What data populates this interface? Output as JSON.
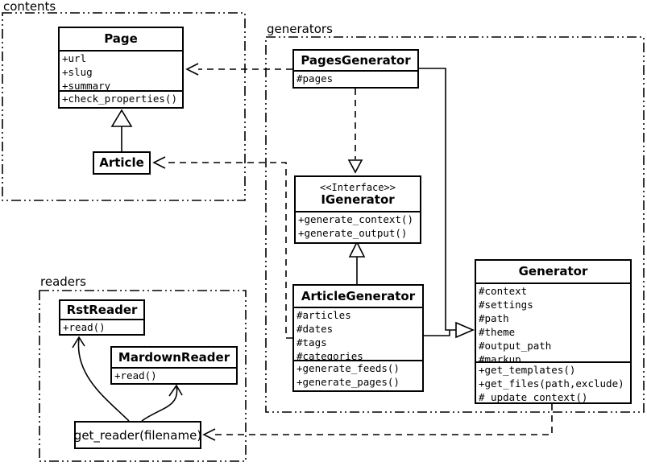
{
  "packages": {
    "contents": {
      "label": "contents"
    },
    "generators": {
      "label": "generators"
    },
    "readers": {
      "label": "readers"
    }
  },
  "classes": {
    "page": {
      "name": "Page",
      "attributes": [
        "+url",
        "+slug",
        "+summary"
      ],
      "methods": [
        "+check_properties()"
      ]
    },
    "article": {
      "name": "Article"
    },
    "pages_generator": {
      "name": "PagesGenerator",
      "attributes": [
        "#pages"
      ]
    },
    "igenerator": {
      "stereotype": "<<Interface>>",
      "name": "IGenerator",
      "methods": [
        "+generate_context()",
        "+generate_output()"
      ]
    },
    "article_generator": {
      "name": "ArticleGenerator",
      "attributes": [
        "#articles",
        "#dates",
        "#tags",
        "#categories"
      ],
      "methods": [
        "+generate_feeds()",
        "+generate_pages()"
      ]
    },
    "generator": {
      "name": "Generator",
      "attributes": [
        "#context",
        "#settings",
        "#path",
        "#theme",
        "#output_path",
        "#markup"
      ],
      "methods": [
        "+get_templates()",
        "+get_files(path,exclude)",
        "#_update_context()"
      ]
    },
    "rst_reader": {
      "name": "RstReader",
      "methods": [
        "+read()"
      ]
    },
    "mardown_reader": {
      "name": "MardownReader",
      "methods": [
        "+read()"
      ]
    },
    "get_reader": {
      "name": "get_reader(filename)"
    }
  },
  "colors": {
    "stroke": "#000000",
    "background": "#ffffff"
  }
}
